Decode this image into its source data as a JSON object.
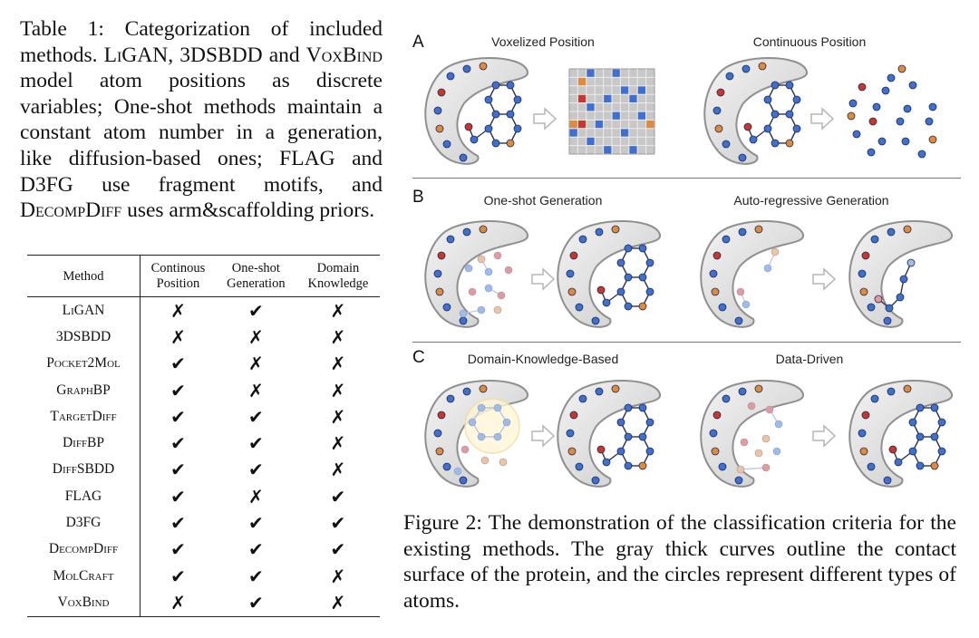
{
  "table_caption": {
    "prefix": "Table 1: Categorization of included methods. ",
    "m1": "LiGAN",
    "mid1": ", 3DSBDD and ",
    "m2": "VoxBind",
    "mid2": " model atom positions as discrete variables; One-shot methods maintain a constant atom number in a generation, like diffusion-based ones; FLAG and D3FG use fragment motifs, and ",
    "m3": "DecompDiff",
    "suffix": " uses arm&scaffolding priors."
  },
  "table": {
    "headers": {
      "method": "Method",
      "c1_line1": "Continous",
      "c1_line2": "Position",
      "c2_line1": "One-shot",
      "c2_line2": "Generation",
      "c3_line1": "Domain",
      "c3_line2": "Knowledge"
    },
    "rows": [
      {
        "method": "LiGAN",
        "c1": "✗",
        "c2": "✔",
        "c3": "✗"
      },
      {
        "method": "3DSBDD",
        "c1": "✗",
        "c2": "✗",
        "c3": "✗"
      },
      {
        "method": "Pocket2Mol",
        "c1": "✔",
        "c2": "✗",
        "c3": "✗"
      },
      {
        "method": "GraphBP",
        "c1": "✔",
        "c2": "✗",
        "c3": "✗"
      },
      {
        "method": "TargetDiff",
        "c1": "✔",
        "c2": "✔",
        "c3": "✗"
      },
      {
        "method": "DiffBP",
        "c1": "✔",
        "c2": "✔",
        "c3": "✗"
      },
      {
        "method": "DiffSBDD",
        "c1": "✔",
        "c2": "✔",
        "c3": "✗"
      },
      {
        "method": "FLAG",
        "c1": "✔",
        "c2": "✗",
        "c3": "✔"
      },
      {
        "method": "D3FG",
        "c1": "✔",
        "c2": "✔",
        "c3": "✔"
      },
      {
        "method": "DecompDiff",
        "c1": "✔",
        "c2": "✔",
        "c3": "✔"
      },
      {
        "method": "MolCraft",
        "c1": "✔",
        "c2": "✔",
        "c3": "✗"
      },
      {
        "method": "VoxBind",
        "c1": "✗",
        "c2": "✔",
        "c3": "✗"
      }
    ]
  },
  "figure": {
    "panel_a": {
      "label": "A",
      "left_title": "Voxelized Position",
      "right_title": "Continuous Position"
    },
    "panel_b": {
      "label": "B",
      "left_title": "One-shot Generation",
      "right_title": "Auto-regressive Generation"
    },
    "panel_c": {
      "label": "C",
      "left_title": "Domain-Knowledge-Based",
      "right_title": "Data-Driven"
    },
    "colors": {
      "blue": "#3f6fd1",
      "red": "#c8372d",
      "orange": "#e08a3c",
      "gray_grid": "#bdbdbd",
      "faded_blue": "#9fbbe8",
      "faded_red": "#e59a9a",
      "faded_orange": "#f0c49a"
    },
    "caption": "Figure 2: The demonstration of the classification criteria for the existing methods. The gray thick curves outline the contact surface of the protein, and the circles represent different types of atoms."
  }
}
